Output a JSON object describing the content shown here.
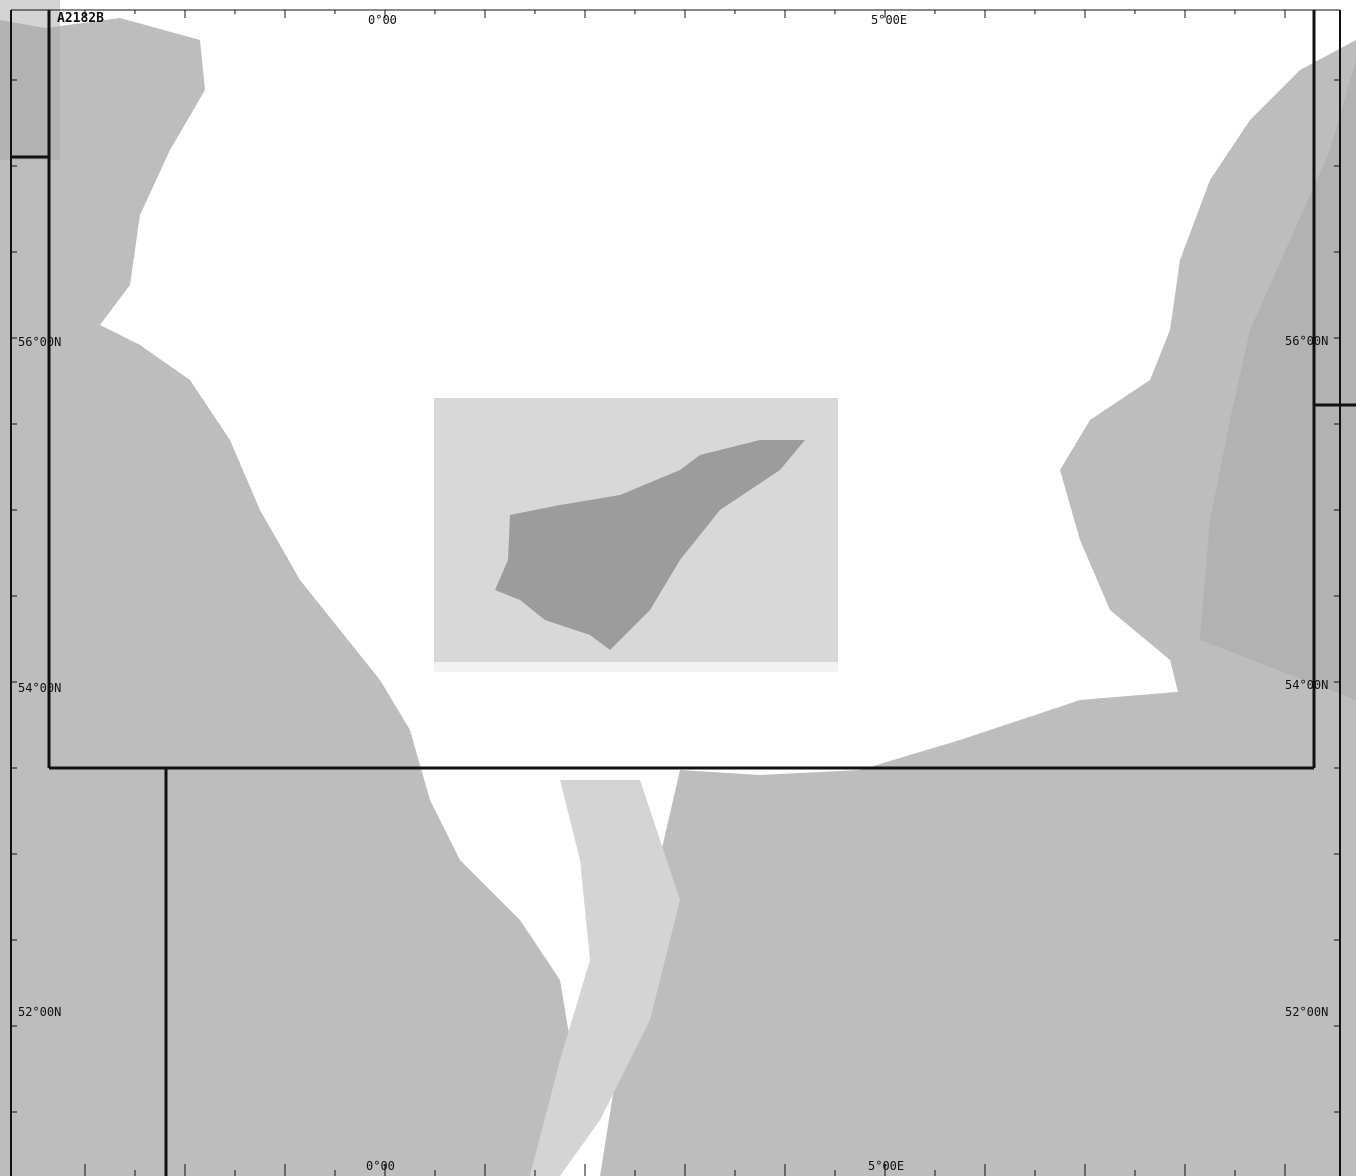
{
  "chart_id": "A2182B",
  "top_longitude_labels": [
    "0°00",
    "5°00E"
  ],
  "bottom_longitude_labels": [
    "0°00",
    "5°00E"
  ],
  "left_latitude_labels": [
    "56°00N",
    "54°00N",
    "52°00N"
  ],
  "right_latitude_labels": [
    "56°00N",
    "54°00N",
    "52°00N"
  ],
  "colors": {
    "sea": "#ffffff",
    "land": "#bdbdbd",
    "land_dark": "#a9a9a9",
    "shallows": "#d4d4d4",
    "frame_line": "#111111",
    "inset": "#d8d8d8",
    "inset_land": "#9c9c9c"
  }
}
